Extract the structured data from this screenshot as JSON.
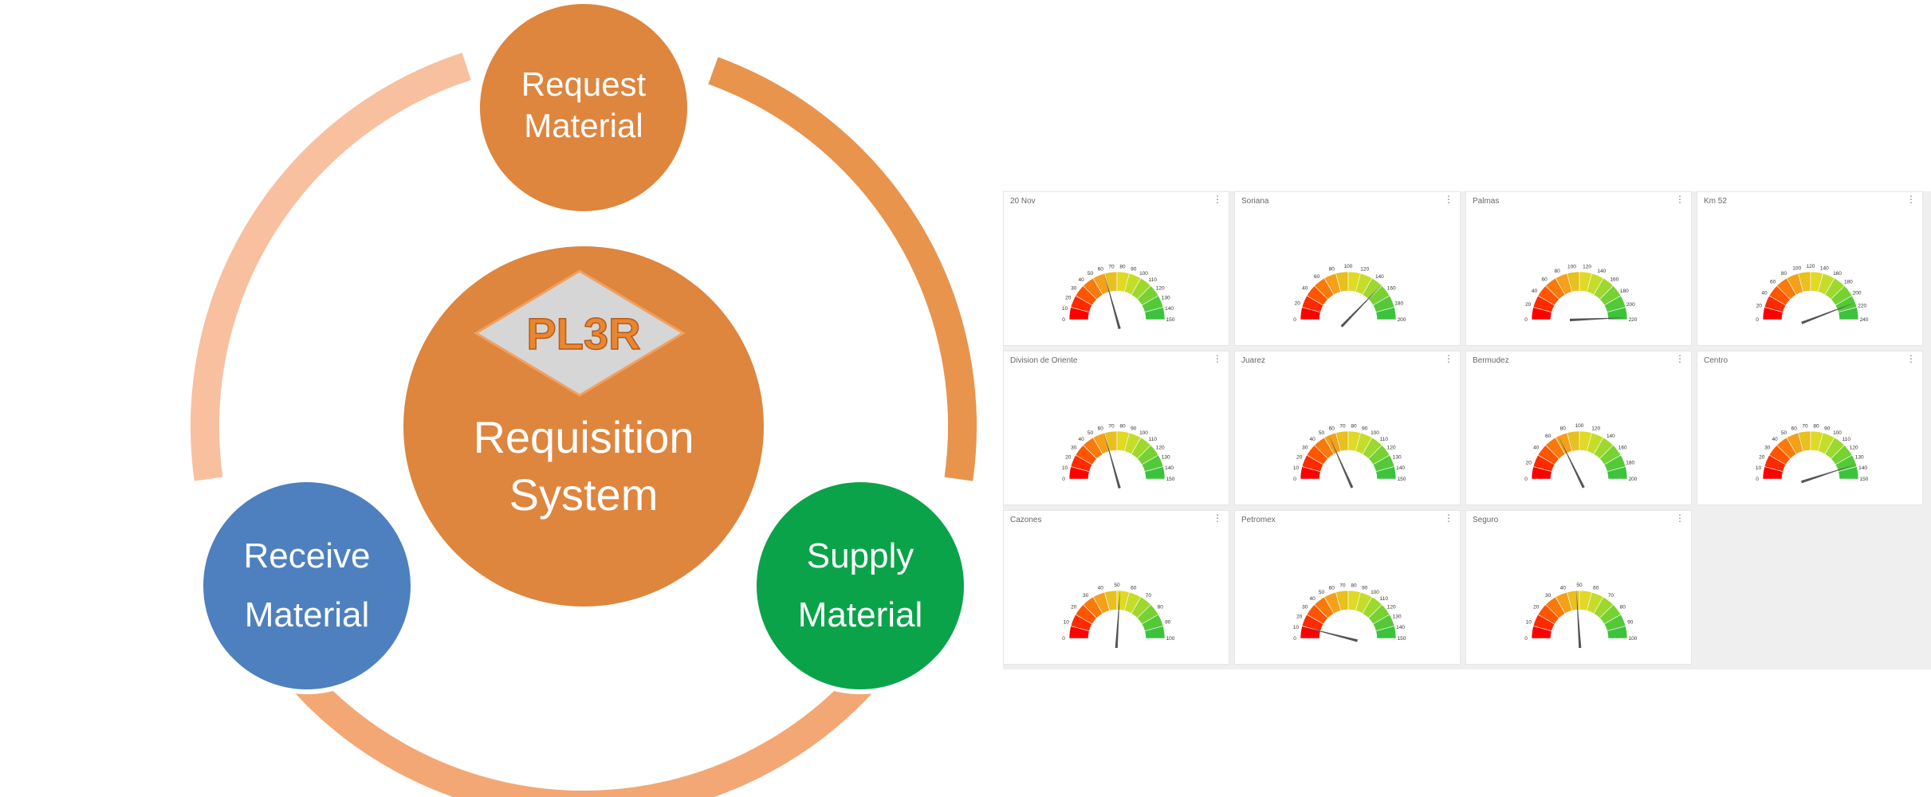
{
  "diagram": {
    "center": {
      "logo_text": "PL3R",
      "line1": "Requisition",
      "line2": "System"
    },
    "nodes": {
      "request": {
        "line1": "Request",
        "line2": "Material",
        "color": "#DE853E"
      },
      "supply": {
        "line1": "Supply",
        "line2": "Material",
        "color": "#0BA34A"
      },
      "receive": {
        "line1": "Receive",
        "line2": "Material",
        "color": "#4E80BF"
      }
    },
    "colors": {
      "ring_request_supply": "#E8944D",
      "ring_supply_receive": "#F3A774",
      "ring_receive_request": "#F8C09F",
      "center_fill": "#DE853E",
      "logo_diamond": "#D6D6D6",
      "logo_text": "#E8872F"
    }
  },
  "dashboard": {
    "menu_icon": "kebab-menu-icon",
    "gauges": [
      {
        "title": "20 Nov",
        "ticks": [
          "0",
          "10",
          "20",
          "30",
          "40",
          "50",
          "60",
          "70",
          "80",
          "90",
          "100",
          "110",
          "120",
          "130",
          "140",
          "150"
        ],
        "value": 62
      },
      {
        "title": "Soriana",
        "ticks": [
          "0",
          "20",
          "40",
          "60",
          "80",
          "100",
          "120",
          "140",
          "160",
          "180",
          "200"
        ],
        "value": 149
      },
      {
        "title": "Palmas",
        "ticks": [
          "0",
          "20",
          "40",
          "60",
          "80",
          "100",
          "120",
          "140",
          "160",
          "180",
          "200",
          "220"
        ],
        "value": 217
      },
      {
        "title": "Km 52",
        "ticks": [
          "0",
          "20",
          "40",
          "60",
          "80",
          "100",
          "120",
          "140",
          "160",
          "180",
          "200",
          "220",
          "240"
        ],
        "value": 212
      },
      {
        "title": "Division de Oriente",
        "ticks": [
          "0",
          "10",
          "20",
          "30",
          "40",
          "50",
          "60",
          "70",
          "80",
          "90",
          "100",
          "110",
          "120",
          "130",
          "140",
          "150"
        ],
        "value": 62
      },
      {
        "title": "Juarez",
        "ticks": [
          "0",
          "10",
          "20",
          "30",
          "40",
          "50",
          "60",
          "70",
          "80",
          "90",
          "100",
          "110",
          "120",
          "130",
          "140",
          "150"
        ],
        "value": 55
      },
      {
        "title": "Bermudez",
        "ticks": [
          "0",
          "20",
          "40",
          "60",
          "80",
          "100",
          "120",
          "140",
          "160",
          "180",
          "200"
        ],
        "value": 71
      },
      {
        "title": "Centro",
        "ticks": [
          "0",
          "10",
          "20",
          "30",
          "40",
          "50",
          "60",
          "70",
          "80",
          "90",
          "100",
          "110",
          "120",
          "130",
          "140",
          "150"
        ],
        "value": 135
      },
      {
        "title": "Cazones",
        "ticks": [
          "0",
          "10",
          "20",
          "30",
          "40",
          "50",
          "60",
          "70",
          "80",
          "90",
          "100"
        ],
        "value": 52
      },
      {
        "title": "Petromex",
        "ticks": [
          "0",
          "10",
          "20",
          "30",
          "40",
          "50",
          "60",
          "70",
          "80",
          "90",
          "100",
          "110",
          "120",
          "130",
          "140",
          "150"
        ],
        "value": 12
      },
      {
        "title": "Seguro",
        "ticks": [
          "0",
          "10",
          "20",
          "30",
          "40",
          "50",
          "60",
          "70",
          "80",
          "90",
          "100"
        ],
        "value": 48
      }
    ]
  }
}
